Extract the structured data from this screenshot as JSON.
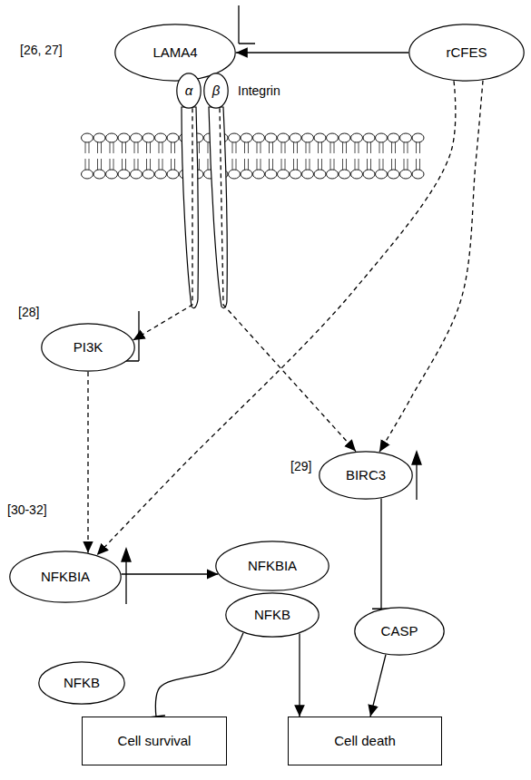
{
  "diagram": {
    "nodes": [
      {
        "text": [
          "LAMA4"
        ]
      },
      {
        "text": [
          "rCFES"
        ]
      },
      {
        "text": [
          "α"
        ]
      },
      {
        "text": [
          "β"
        ]
      },
      {
        "text": [
          "PI3K"
        ]
      },
      {
        "text": [
          "BIRC3"
        ]
      },
      {
        "text": [
          "NFKBIA"
        ]
      },
      {
        "text": [
          "NFKBIA"
        ]
      },
      {
        "text": [
          "NFKB"
        ]
      },
      {
        "text": [
          "NFKB"
        ]
      },
      {
        "text": [
          "CASP"
        ]
      },
      {
        "text": [
          "Cell survival"
        ]
      },
      {
        "text": [
          "Cell death"
        ]
      }
    ],
    "edges": [
      {
        "from": 1,
        "to": 0,
        "arrow": "to"
      },
      {
        "from": 2,
        "to": 4,
        "arrow": "to"
      },
      {
        "from": 3,
        "to": 5,
        "arrow": "to"
      },
      {
        "from": 1,
        "to": 6,
        "arrow": "to"
      },
      {
        "from": 1,
        "to": 5,
        "arrow": "to"
      },
      {
        "from": 4,
        "to": 6,
        "arrow": "to"
      },
      {
        "from": 6,
        "to": 7,
        "arrow": "to"
      },
      {
        "from": 5,
        "to": 10,
        "arrow": "to"
      },
      {
        "from": 8,
        "to": 11,
        "arrow": "to"
      },
      {
        "from": 8,
        "to": 12,
        "arrow": "to"
      },
      {
        "from": 10,
        "to": 12,
        "arrow": "to"
      }
    ],
    "labels": [
      "[26, 27]",
      "Integrin",
      "[28]",
      "[29]",
      "[30-32]"
    ]
  }
}
